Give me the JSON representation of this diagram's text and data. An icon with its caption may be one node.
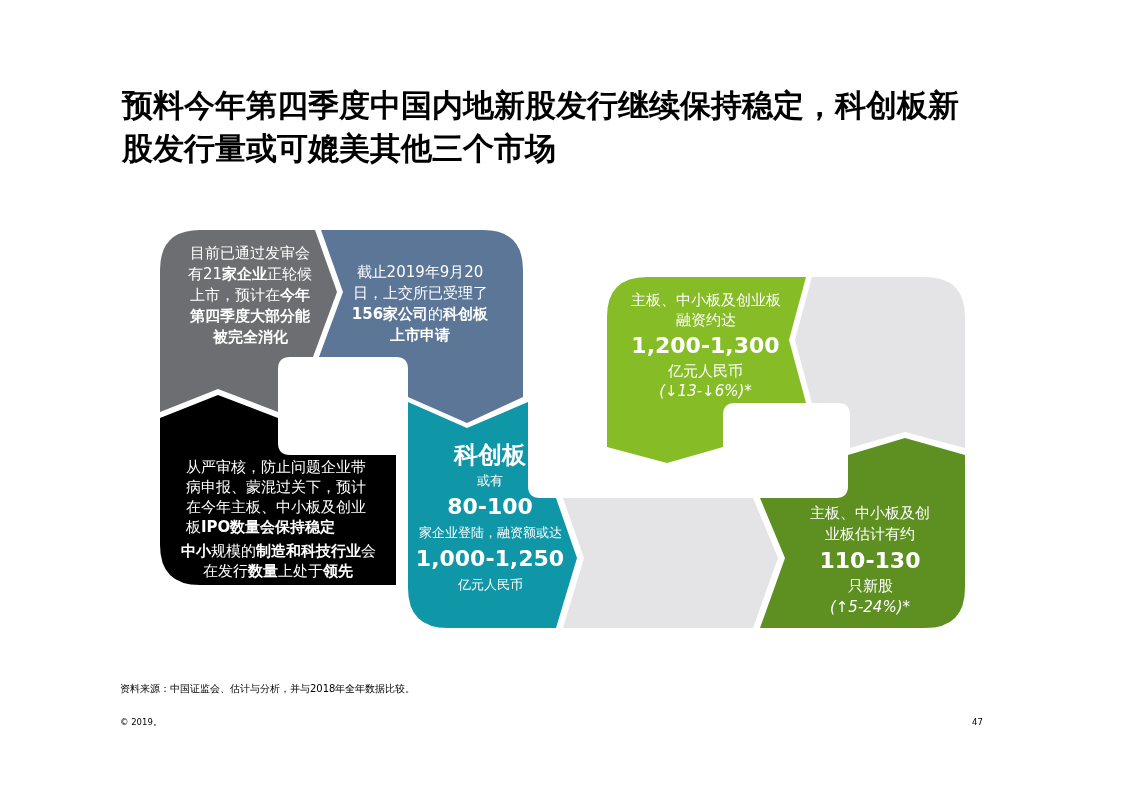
{
  "diagram": {
    "title": "预料今年第四季度中国内地新股发行继续保持稳定，科创板新股发行量或可媲美其他三个市场",
    "nodes": [
      {
        "text": [
          "目前已通过发审会有21**家企业**正轮候上市，预计在**今年第四季度大部分能被完全消化**"
        ]
      },
      {
        "text": [
          "截止2019年9月20日，上交所已受理了**156家公司**的**科创板上市申请**"
        ]
      },
      {
        "text": [
          "主板、中小板及创业板融资约达**1,200-1,300**亿元人民币",
          "(↓13-↓6%)*"
        ]
      },
      {
        "text": [],
        "shape": "arrow"
      },
      {
        "text": [
          "从严审核，防止问题企业带病申报、蒙混过关下，预计在今年主板、中小板及创业板**IPO数量会保持稳定**",
          "**中小**规模的**制造和科技行业**会在发行**数量**上处于**领先**"
        ]
      },
      {
        "text": [
          "科创板",
          "或有**80-100**家企业登陆，融资额或达**1,000-1,250**亿元人民币"
        ]
      },
      {
        "text": [],
        "shape": "arrow"
      },
      {
        "text": [
          "主板、中小板及创业板估计有约**110-130**只新股",
          "(↑5-24%)*"
        ]
      }
    ],
    "labels": [
      "资料来源：中国证监会、估计与分析，并与2018年全年数据比较。",
      "© 2019。",
      "47"
    ]
  }
}
